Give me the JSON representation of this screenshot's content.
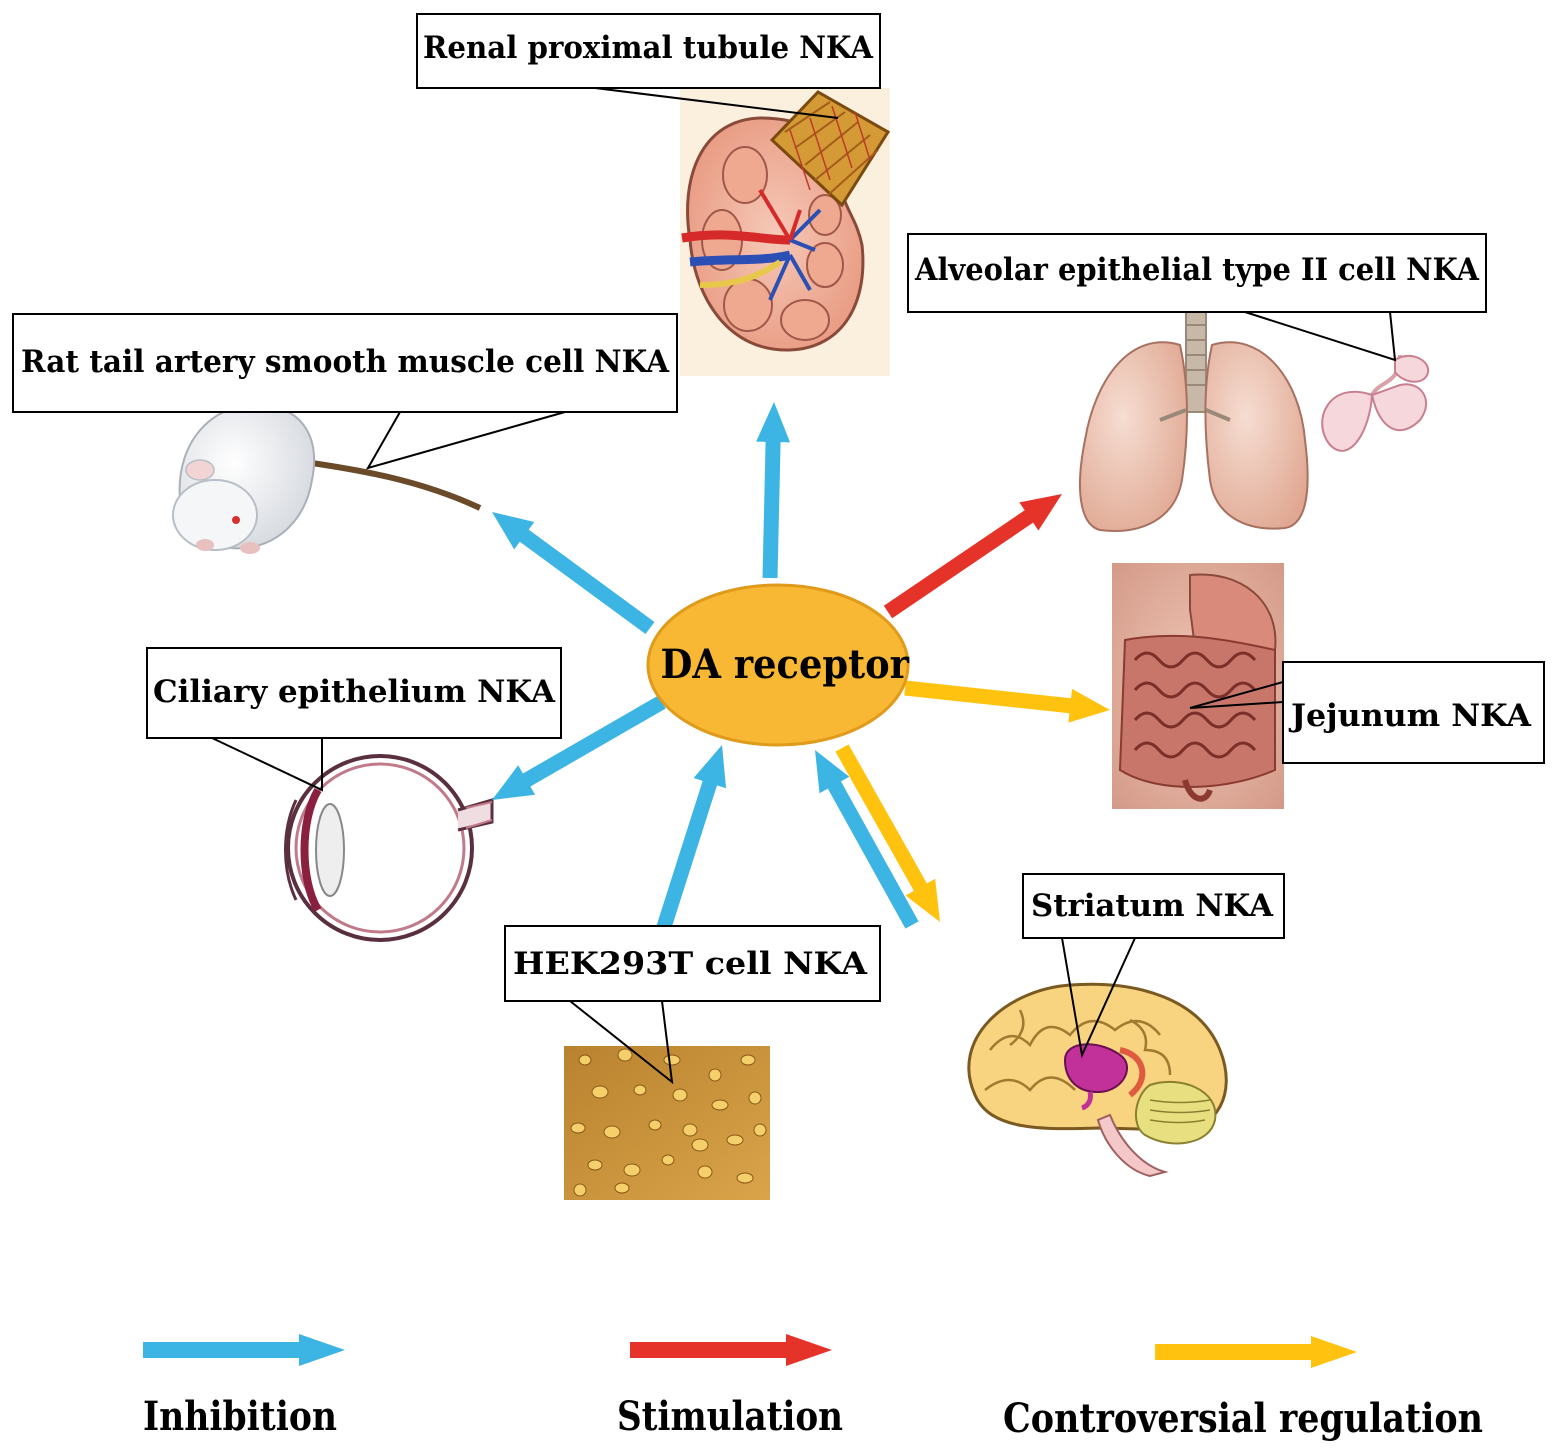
{
  "center": {
    "label": "DA receptor",
    "fill": "#f8b833",
    "stroke": "#e09a1c"
  },
  "colors": {
    "inhibition": "#3cb4e4",
    "stimulation": "#e6332a",
    "controversial": "#ffc20e"
  },
  "targets": {
    "renal": "Renal proximal tubule NKA",
    "alveolar": "Alveolar epithelial type II cell NKA",
    "rat": "Rat tail artery smooth muscle cell NKA",
    "ciliary": "Ciliary epithelium NKA",
    "jejunum": "Jejunum NKA",
    "striatum": "Striatum NKA",
    "hek": "HEK293T cell NKA"
  },
  "arrows": [
    {
      "target": "renal",
      "effect": "inhibition"
    },
    {
      "target": "rat",
      "effect": "inhibition"
    },
    {
      "target": "ciliary",
      "effect": "inhibition"
    },
    {
      "target": "hek",
      "effect": "inhibition"
    },
    {
      "target": "striatum",
      "effect": "inhibition"
    },
    {
      "target": "striatum",
      "effect": "controversial"
    },
    {
      "target": "alveolar",
      "effect": "stimulation"
    },
    {
      "target": "jejunum",
      "effect": "controversial"
    }
  ],
  "legend": {
    "inhibition": "Inhibition",
    "stimulation": "Stimulation",
    "controversial": "Controversial regulation"
  },
  "icons": [
    "kidney-icon",
    "rat-icon",
    "lung-icon",
    "intestine-icon",
    "eye-icon",
    "cell-culture-icon",
    "brain-icon"
  ]
}
